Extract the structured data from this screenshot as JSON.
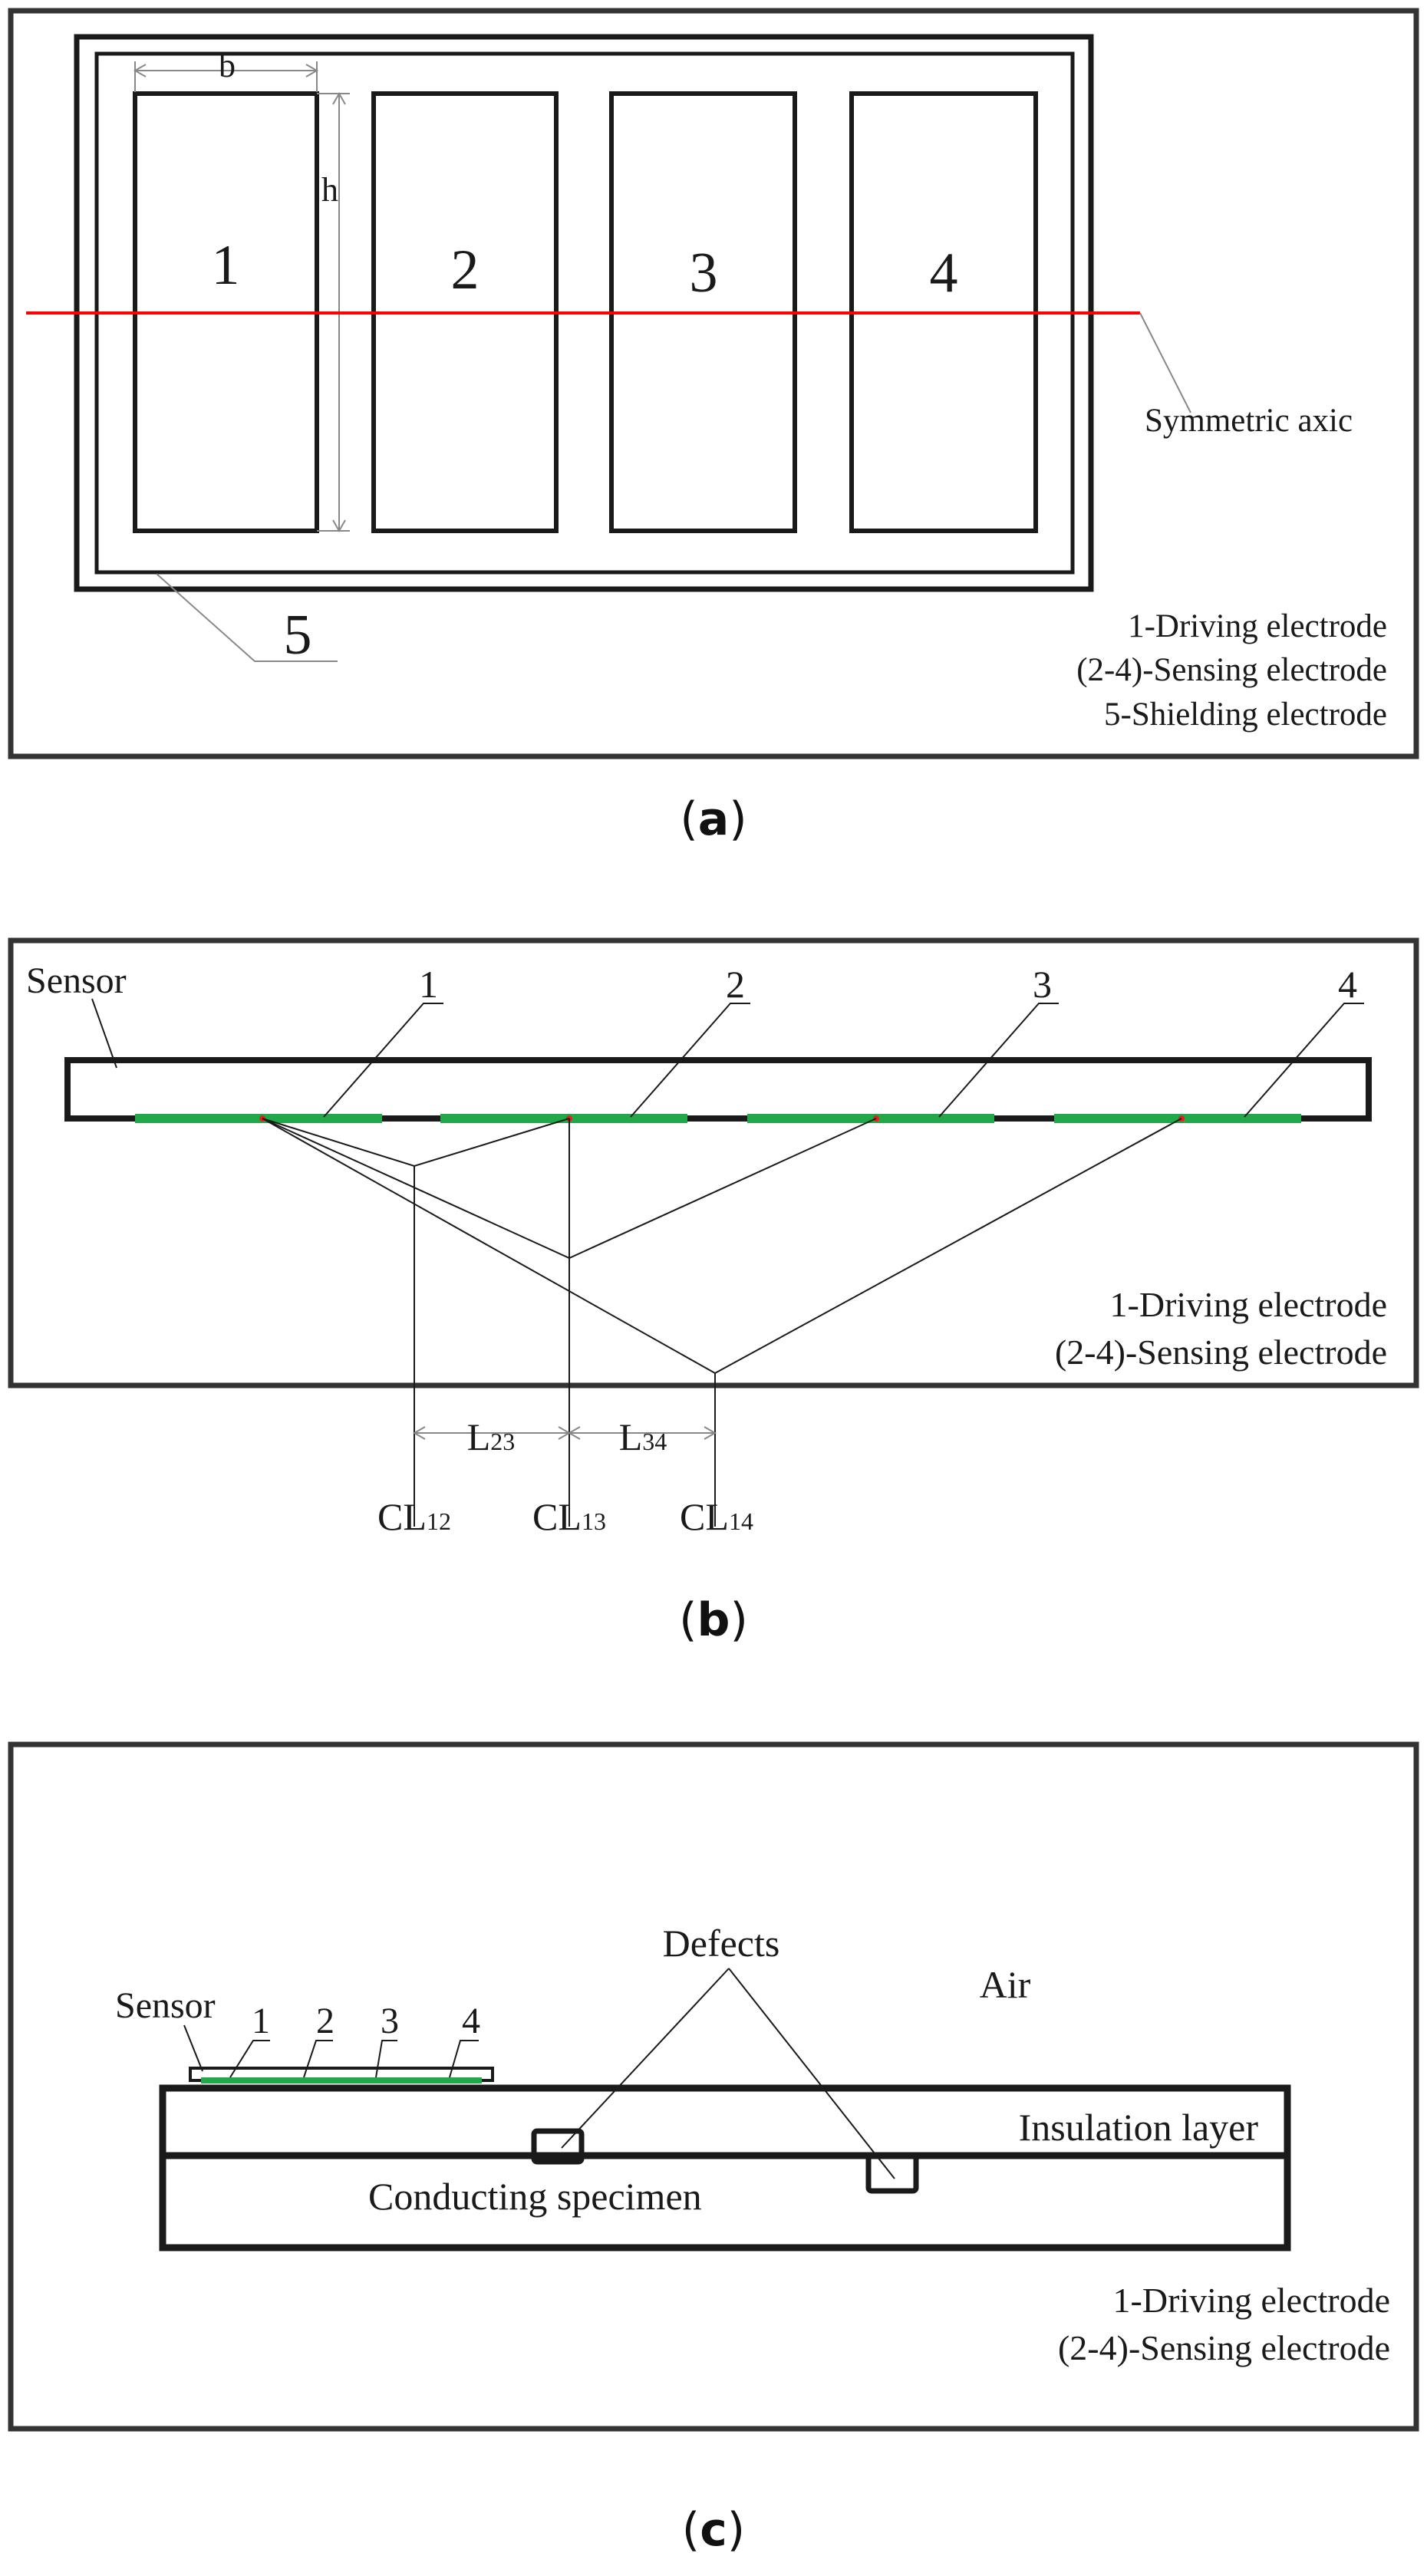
{
  "colors": {
    "line": "#1a1a1a",
    "symmetric_axis": "#ff0000",
    "electrode": "#22a84a",
    "frame": "#333333"
  },
  "panel_a": {
    "electrodes": [
      "1",
      "2",
      "3",
      "4"
    ],
    "dim_b": "b",
    "dim_h": "h",
    "shield_label": "5",
    "axis_label": "Symmetric axic",
    "legend": [
      "1-Driving electrode",
      "(2-4)-Sensing electrode",
      "5-Shielding electrode"
    ],
    "caption": {
      "open": "(",
      "letter": "a",
      "close": ")"
    }
  },
  "panel_b": {
    "sensor_label": "Sensor",
    "electrodes": [
      "1",
      "2",
      "3",
      "4"
    ],
    "L23": {
      "main": "L",
      "sub": "23"
    },
    "L34": {
      "main": "L",
      "sub": "34"
    },
    "CL12": {
      "main": "CL",
      "sub": "12"
    },
    "CL13": {
      "main": "CL",
      "sub": "13"
    },
    "CL14": {
      "main": "CL",
      "sub": "14"
    },
    "legend": [
      "1-Driving electrode",
      "(2-4)-Sensing electrode"
    ],
    "caption": {
      "open": "(",
      "letter": "b",
      "close": ")"
    }
  },
  "panel_c": {
    "sensor_label": "Sensor",
    "electrodes": [
      "1",
      "2",
      "3",
      "4"
    ],
    "defects_label": "Defects",
    "air_label": "Air",
    "insulation_label": "Insulation layer",
    "specimen_label": "Conducting specimen",
    "legend": [
      "1-Driving electrode",
      "(2-4)-Sensing electrode"
    ],
    "caption": {
      "open": "(",
      "letter": "c",
      "close": ")"
    }
  }
}
